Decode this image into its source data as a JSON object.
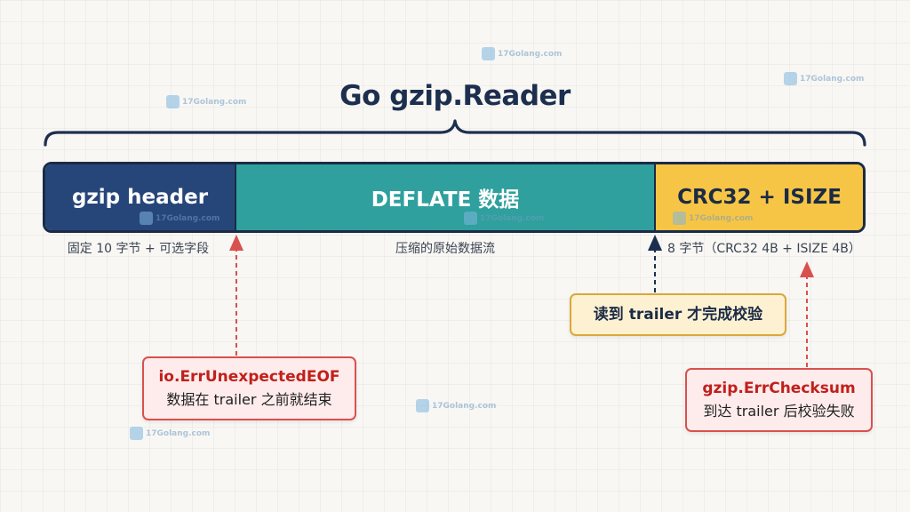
{
  "title": "Go gzip.Reader",
  "segments": {
    "header": "gzip header",
    "deflate": "DEFLATE 数据",
    "trailer": "CRC32 + ISIZE"
  },
  "subtitles": {
    "header": "固定 10 字节 + 可选字段",
    "deflate": "压缩的原始数据流",
    "trailer": "8 字节（CRC32 4B + ISIZE 4B）"
  },
  "callouts": {
    "read_trailer": "读到 trailer 才完成校验",
    "eof_error": {
      "title": "io.ErrUnexpectedEOF",
      "desc": "数据在 trailer 之前就结束"
    },
    "checksum_error": {
      "title": "gzip.ErrChecksum",
      "desc": "到达 trailer 后校验失败"
    }
  },
  "watermark": "17Golang.com",
  "colors": {
    "header": "#26467a",
    "deflate": "#2fa09d",
    "trailer": "#f7c545",
    "error": "#d9514e",
    "arrow_dark": "#1d2f4f"
  }
}
